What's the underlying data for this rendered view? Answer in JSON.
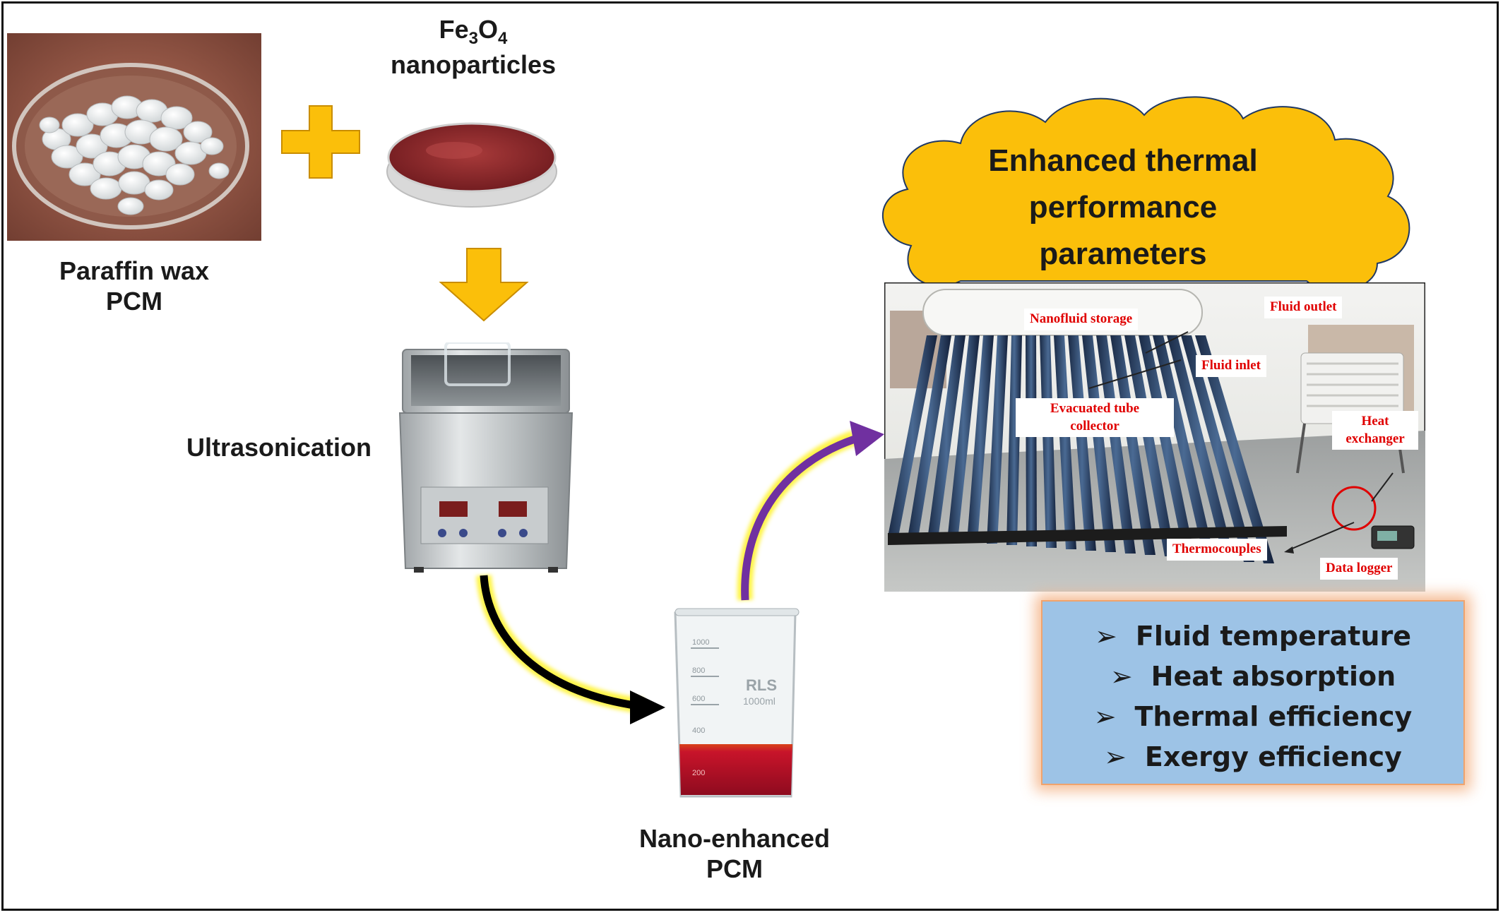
{
  "paraffin": {
    "label_line1": "Paraffin wax",
    "label_line2": "PCM"
  },
  "nanoparticles": {
    "label_formula": "Fe",
    "sub1": "3",
    "mid": "O",
    "sub2": "4",
    "label_line2": "nanoparticles"
  },
  "ultrasonication": {
    "label": "Ultrasonication"
  },
  "nepcm": {
    "label_line1": "Nano-enhanced",
    "label_line2": "PCM",
    "beaker_brand": "RLS",
    "beaker_volume": "1000ml",
    "beaker_ticks": [
      "1000",
      "800",
      "600",
      "400",
      "200"
    ]
  },
  "cloud": {
    "line1": "Enhanced thermal",
    "line2": "performance",
    "line3": "parameters"
  },
  "setup_photo": {
    "labels": {
      "nanofluid_storage": "Nanofluid storage",
      "fluid_outlet": "Fluid outlet",
      "fluid_inlet": "Fluid inlet",
      "evacuated_line1": "Evacuated tube",
      "evacuated_line2": "collector",
      "heat_line1": "Heat",
      "heat_line2": "exchanger",
      "thermocouples": "Thermocouples",
      "data_logger": "Data logger"
    }
  },
  "parameters": {
    "items": [
      "Fluid temperature",
      "Heat absorption",
      "Thermal efficiency",
      "Exergy efficiency"
    ]
  },
  "colors": {
    "arrow_gold": "#fbbf0a",
    "arrow_purple": "#7030a0",
    "arrow_black": "#000000",
    "cloud_fill": "#fbbf0a",
    "panel_blue": "#9dc3e6",
    "panel_glow": "#f4b183",
    "photo_label_red": "#e00000"
  }
}
